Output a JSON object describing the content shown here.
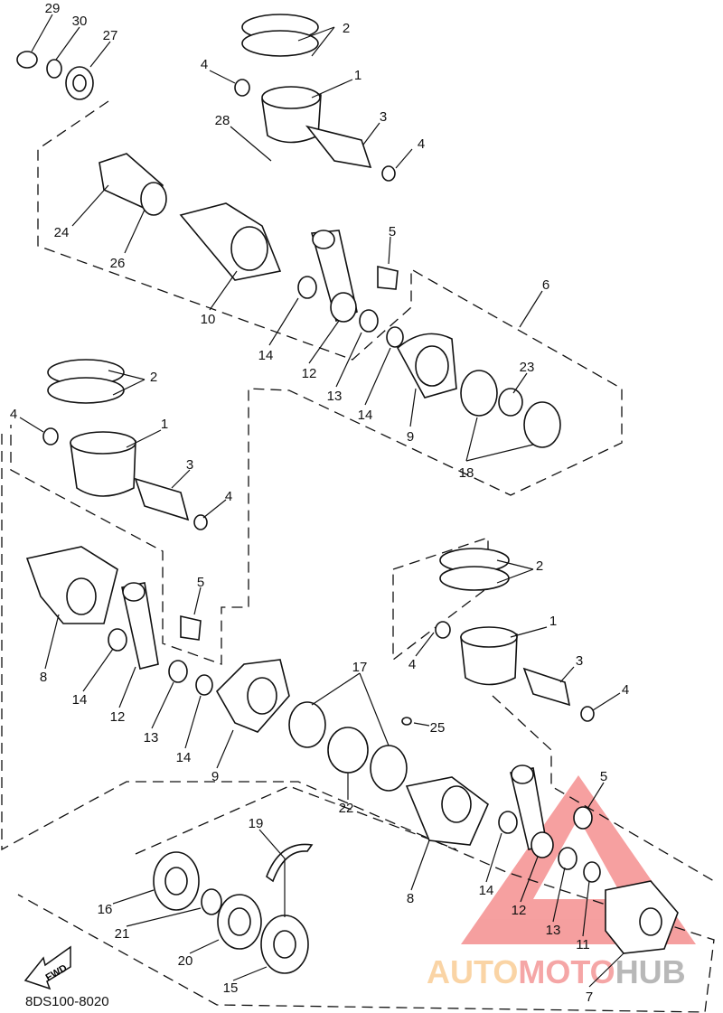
{
  "diagram_code": "8DS100-8020",
  "fwd_label": "FWD",
  "watermark": {
    "part1": "AUTO",
    "part2": "MOTO",
    "part3": "HUB",
    "colors": {
      "auto": "#f7b86a",
      "moto": "#ef6c6c",
      "hub": "#8a8a8a",
      "triangle": "#f06060"
    }
  },
  "callouts": [
    "29",
    "30",
    "27",
    "2",
    "4",
    "1",
    "3",
    "28",
    "4",
    "24",
    "26",
    "5",
    "6",
    "10",
    "14",
    "12",
    "13",
    "14",
    "23",
    "9",
    "18",
    "2",
    "4",
    "1",
    "3",
    "4",
    "5",
    "2",
    "1",
    "4",
    "3",
    "4",
    "8",
    "14",
    "12",
    "13",
    "14",
    "17",
    "25",
    "9",
    "22",
    "5",
    "19",
    "16",
    "8",
    "14",
    "12",
    "13",
    "11",
    "21",
    "20",
    "15",
    "7"
  ]
}
